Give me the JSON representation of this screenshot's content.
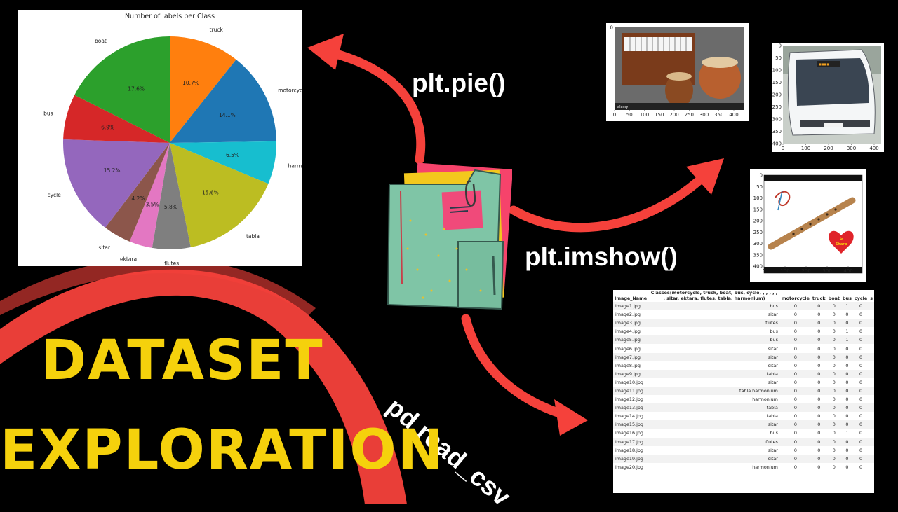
{
  "main_title": {
    "line1": "DATASET",
    "line2": "EXPLORATION"
  },
  "labels": {
    "pie_call": "plt.pie()",
    "imshow_call": "plt.imshow()",
    "csv_call": "pd.read_csv"
  },
  "colors": {
    "title_yellow": "#f5d10c",
    "arrow_red": "#f5413b",
    "folder_green": "#7fc5a6"
  },
  "chart_data": {
    "type": "pie",
    "title": "Number of labels per Class",
    "categories": [
      "truck",
      "motorcycle",
      "harmonium",
      "tabla",
      "flutes",
      "ektara",
      "sitar",
      "cycle",
      "bus",
      "boat"
    ],
    "values": [
      10.7,
      14.1,
      6.5,
      15.6,
      5.8,
      3.5,
      4.2,
      15.2,
      6.9,
      17.6
    ],
    "labels": [
      "10.7%",
      "14.1%",
      "6.5%",
      "15.6%",
      "5.8%",
      "3.5%",
      "4.2%",
      "15.2%",
      "6.9%",
      "17.6%"
    ],
    "colors": [
      "#ff7f0e",
      "#1f77b4",
      "#17becf",
      "#bcbd22",
      "#7f7f7f",
      "#e377c2",
      "#8c564b",
      "#9467bd",
      "#d62728",
      "#2ca02c"
    ]
  },
  "image_panels": [
    {
      "x_ticks": [
        "0",
        "50",
        "100",
        "150",
        "200",
        "250",
        "300",
        "350",
        "400"
      ],
      "y_ticks": [
        "0"
      ],
      "watermark": "alamy"
    },
    {
      "x_ticks": [
        "0",
        "100",
        "200",
        "300",
        "400"
      ],
      "y_ticks": [
        "0",
        "50",
        "100",
        "150",
        "200",
        "250",
        "300",
        "350",
        "400"
      ]
    },
    {
      "x_ticks": [
        "0",
        "100",
        "200",
        "300",
        "400"
      ],
      "y_ticks": [
        "0",
        "50",
        "100",
        "150",
        "200",
        "250",
        "300",
        "350",
        "400"
      ],
      "heart_text": [
        "G",
        "Sharp"
      ]
    }
  ],
  "table": {
    "headers": [
      "Image_Name",
      "Classes(motorcycle, truck, boat, bus, cycle, , , , , , , sitar, ektara, flutes, tabla, harmonium)",
      "motorcycle",
      "truck",
      "boat",
      "bus",
      "cycle",
      "s"
    ],
    "rows": [
      [
        "image1.jpg",
        "bus",
        "0",
        "0",
        "0",
        "1",
        "0"
      ],
      [
        "image2.jpg",
        "sitar",
        "0",
        "0",
        "0",
        "0",
        "0"
      ],
      [
        "image3.jpg",
        "flutes",
        "0",
        "0",
        "0",
        "0",
        "0"
      ],
      [
        "image4.jpg",
        "bus",
        "0",
        "0",
        "0",
        "1",
        "0"
      ],
      [
        "image5.jpg",
        "bus",
        "0",
        "0",
        "0",
        "1",
        "0"
      ],
      [
        "image6.jpg",
        "sitar",
        "0",
        "0",
        "0",
        "0",
        "0"
      ],
      [
        "image7.jpg",
        "sitar",
        "0",
        "0",
        "0",
        "0",
        "0"
      ],
      [
        "image8.jpg",
        "sitar",
        "0",
        "0",
        "0",
        "0",
        "0"
      ],
      [
        "image9.jpg",
        "tabla",
        "0",
        "0",
        "0",
        "0",
        "0"
      ],
      [
        "image10.jpg",
        "sitar",
        "0",
        "0",
        "0",
        "0",
        "0"
      ],
      [
        "image11.jpg",
        "tabla harmonium",
        "0",
        "0",
        "0",
        "0",
        "0"
      ],
      [
        "image12.jpg",
        "harmonium",
        "0",
        "0",
        "0",
        "0",
        "0"
      ],
      [
        "image13.jpg",
        "tabla",
        "0",
        "0",
        "0",
        "0",
        "0"
      ],
      [
        "image14.jpg",
        "tabla",
        "0",
        "0",
        "0",
        "0",
        "0"
      ],
      [
        "image15.jpg",
        "sitar",
        "0",
        "0",
        "0",
        "0",
        "0"
      ],
      [
        "image16.jpg",
        "bus",
        "0",
        "0",
        "0",
        "1",
        "0"
      ],
      [
        "image17.jpg",
        "flutes",
        "0",
        "0",
        "0",
        "0",
        "0"
      ],
      [
        "image18.jpg",
        "sitar",
        "0",
        "0",
        "0",
        "0",
        "0"
      ],
      [
        "image19.jpg",
        "sitar",
        "0",
        "0",
        "0",
        "0",
        "0"
      ],
      [
        "image20.jpg",
        "harmonium",
        "0",
        "0",
        "0",
        "0",
        "0"
      ]
    ]
  }
}
